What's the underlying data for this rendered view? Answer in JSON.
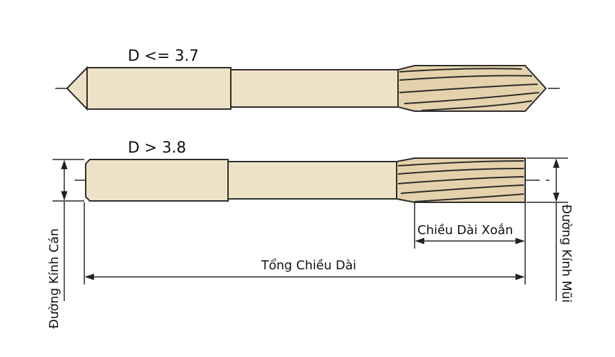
{
  "tool_top": {
    "label": "D <= 3.7"
  },
  "tool_bottom": {
    "label": "D > 3.8"
  },
  "dimensions": {
    "shank_diameter": "Đường Kính Cán",
    "flute_length": "Chiều Dài Xoắn",
    "overall_length": "Tổng Chiều Dài",
    "tip_diameter": "Đường Kính Mũi"
  },
  "colors": {
    "body_fill": "#eee2c6",
    "flute_fill": "#e4d2ac",
    "outline": "#2a2a2a"
  }
}
